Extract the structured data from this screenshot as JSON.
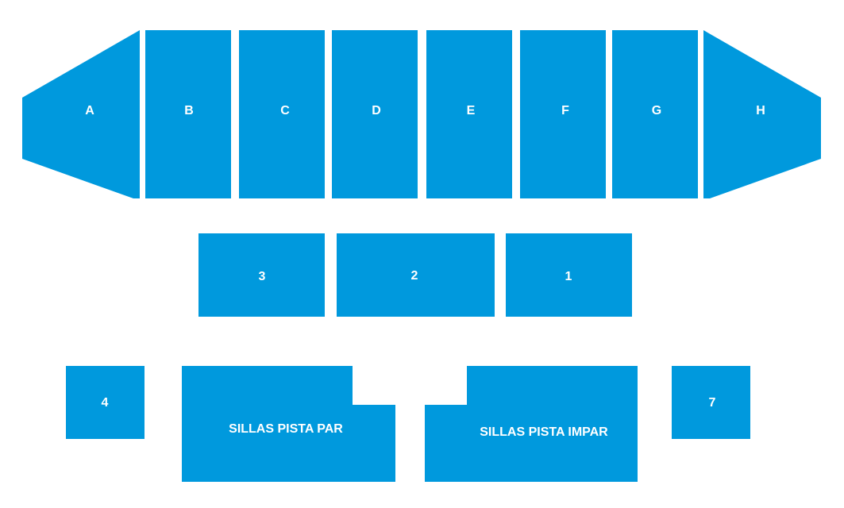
{
  "sections": {
    "A": {
      "label": "A"
    },
    "B": {
      "label": "B"
    },
    "C": {
      "label": "C"
    },
    "D": {
      "label": "D"
    },
    "E": {
      "label": "E"
    },
    "F": {
      "label": "F"
    },
    "G": {
      "label": "G"
    },
    "H": {
      "label": "H"
    },
    "s3": {
      "label": "3"
    },
    "s2": {
      "label": "2"
    },
    "s1": {
      "label": "1"
    },
    "s4": {
      "label": "4"
    },
    "par": {
      "label": "SILLAS PISTA PAR"
    },
    "impar": {
      "label": "SILLAS PISTA IMPAR"
    },
    "s7": {
      "label": "7"
    }
  },
  "colors": {
    "section_fill": "#0099dd",
    "label": "#ffffff",
    "background": "#ffffff"
  }
}
